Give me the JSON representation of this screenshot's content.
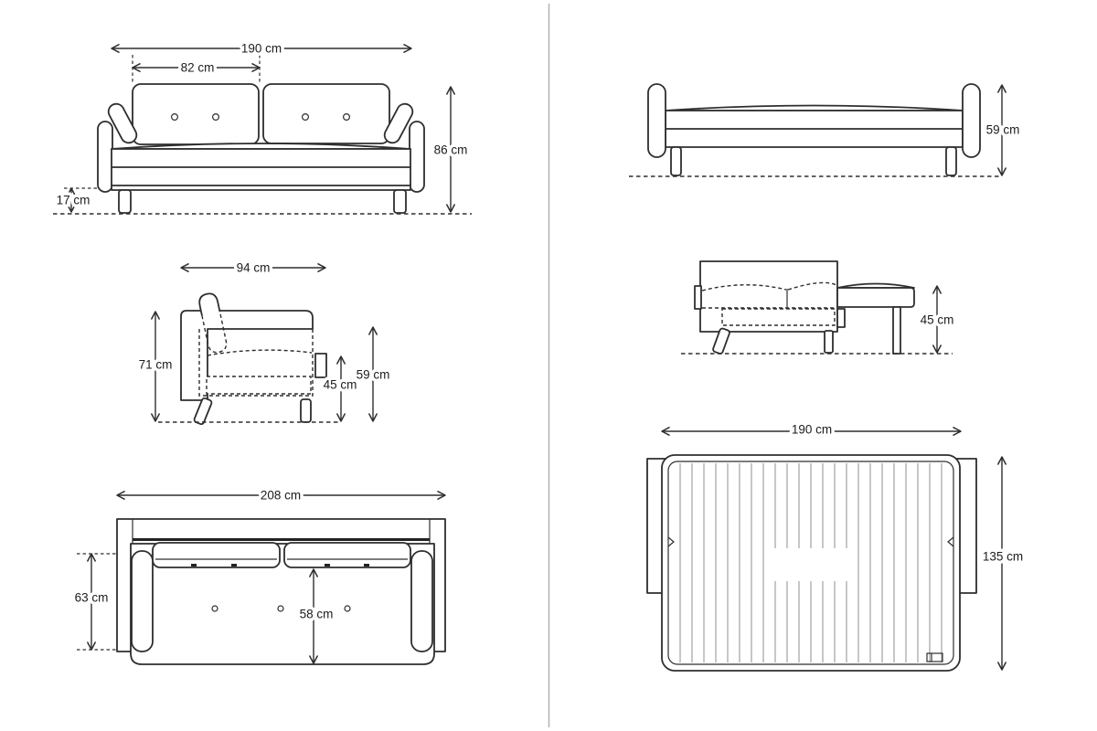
{
  "colors": {
    "line": "#2e2e2e",
    "stripe_line": "#8f8f8f",
    "divider": "#b3b3b3",
    "background": "#ffffff"
  },
  "views": {
    "sofa_front": {
      "dims": {
        "total_width": "190 cm",
        "back_cushion_width": "82 cm",
        "total_height": "86 cm",
        "leg_clearance": "17 cm"
      }
    },
    "sofa_back_folded": {
      "dims": {
        "folded_height": "59 cm"
      }
    },
    "sofa_side": {
      "dims": {
        "total_depth": "94 cm",
        "back_height": "71 cm",
        "seat_height": "45 cm",
        "arm_height": "59 cm"
      }
    },
    "bed_side": {
      "dims": {
        "bed_height": "45 cm"
      }
    },
    "sofa_top": {
      "dims": {
        "total_width": "208 cm",
        "seat_depth": "63 cm",
        "seat_width_inner": "58 cm"
      }
    },
    "bed_top": {
      "dims": {
        "bed_length": "190 cm",
        "bed_width": "135 cm"
      }
    }
  }
}
